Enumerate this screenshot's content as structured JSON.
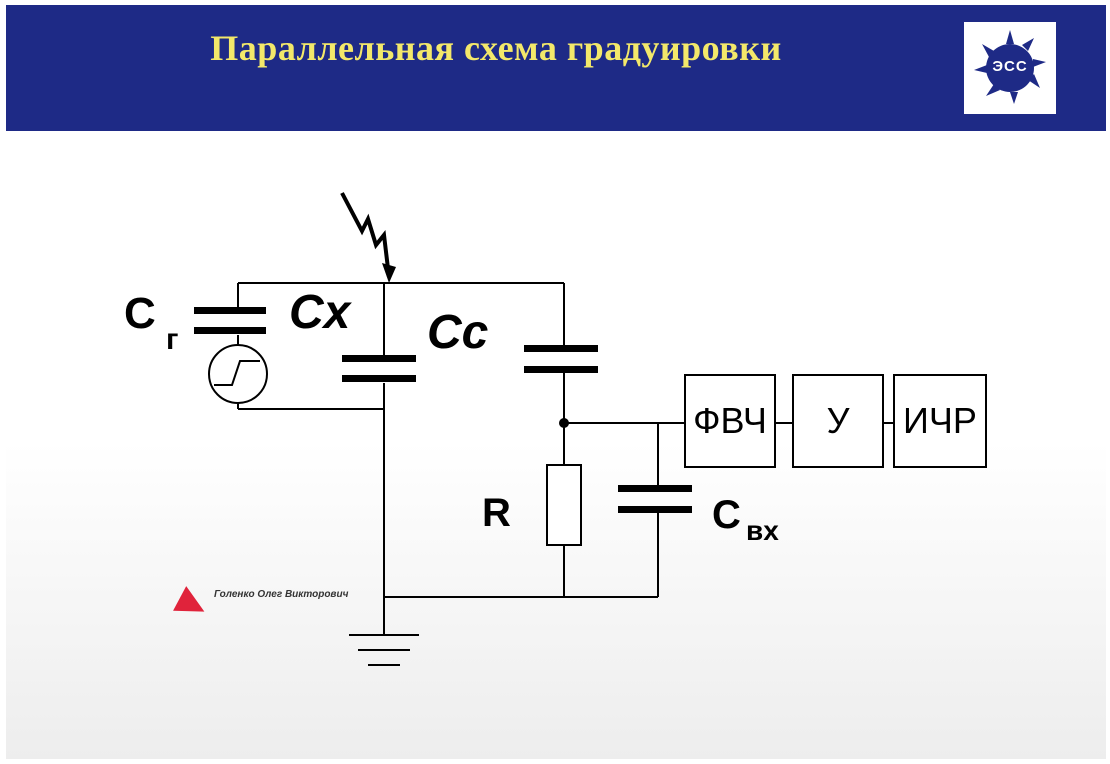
{
  "slide": {
    "title": "Параллельная схема градуировки",
    "logo_text": "ЭСС"
  },
  "colors": {
    "header_bg": "#1e2a86",
    "title": "#f3e86a",
    "pointer": "#e0233b"
  },
  "labels": {
    "cg_main": "C",
    "cg_sub": "г",
    "cx": "Cx",
    "cc": "Cc",
    "r": "R",
    "cvx_main": "C",
    "cvx_sub": "вх"
  },
  "blocks": {
    "fvch": "ФВЧ",
    "u": "У",
    "ichr": "ИЧР"
  },
  "annotation": {
    "author": "Голенко Олег Викторович"
  },
  "icons": {
    "lightning": "lightning-icon",
    "ground": "ground-icon",
    "source": "pulse-generator-icon",
    "pointer": "pointer-icon"
  }
}
